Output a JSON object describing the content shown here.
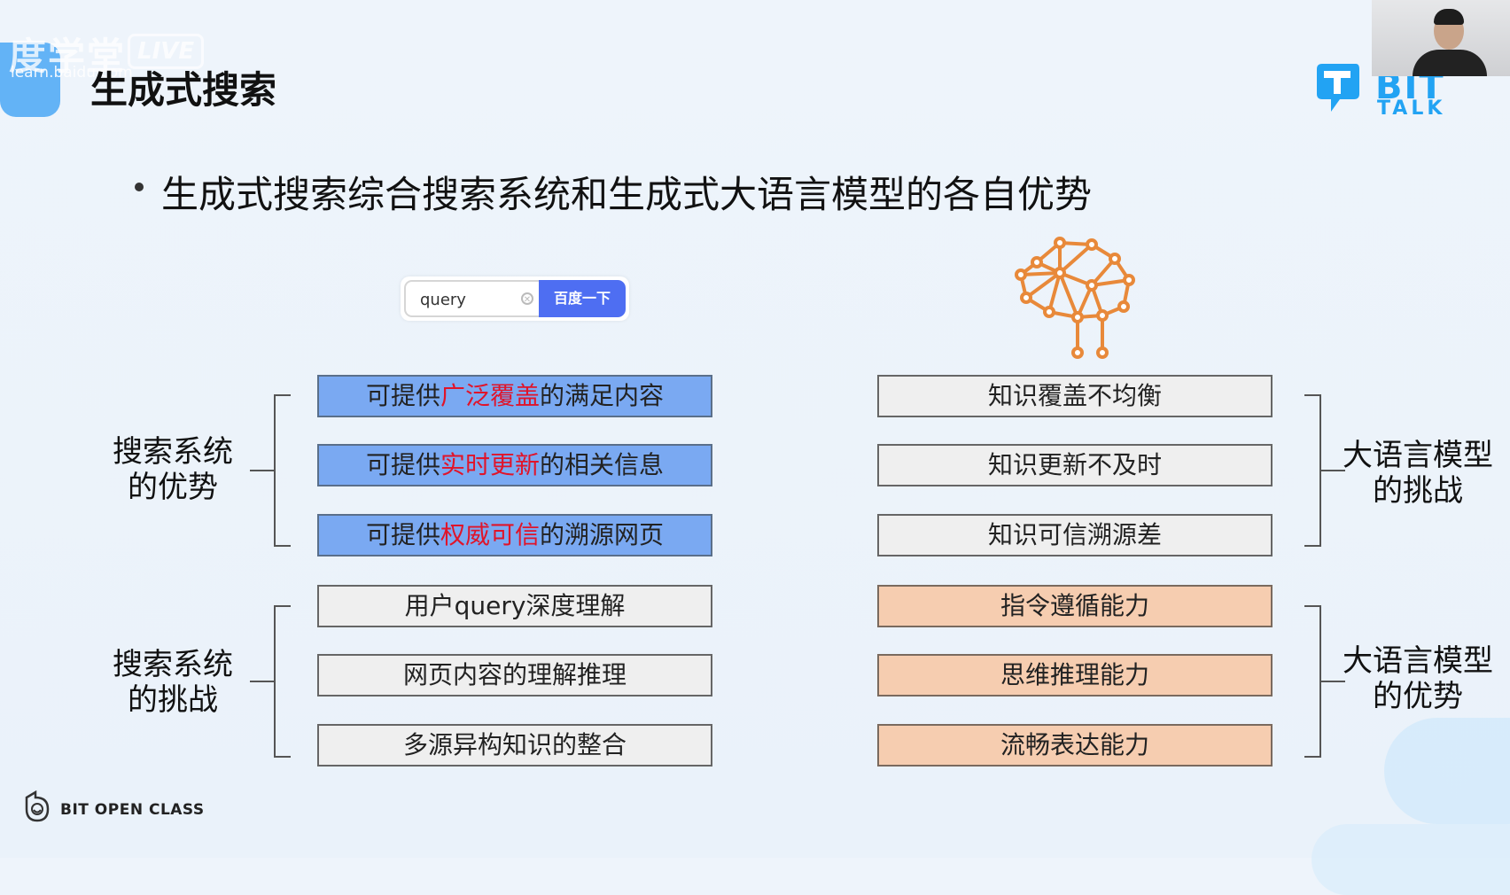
{
  "watermark": {
    "brand": "度学堂",
    "live": "LIVE",
    "url": "learn.baidu.com"
  },
  "page_title": "生成式搜索",
  "logo": {
    "line1": "BIT",
    "line2": "TALK",
    "accent": "#22a3f3"
  },
  "subtitle": "生成式搜索综合搜索系统和生成式大语言模型的各自优势",
  "search": {
    "value": "query",
    "button": "百度一下",
    "button_color": "#4e6ef2"
  },
  "left_groups": [
    {
      "label_l1": "搜索系统",
      "label_l2": "的优势",
      "color": "#7aa9f2",
      "items": [
        {
          "pre": "可提供",
          "hl": "广泛覆盖",
          "post": "的满足内容"
        },
        {
          "pre": "可提供",
          "hl": "实时更新",
          "post": "的相关信息"
        },
        {
          "pre": "可提供",
          "hl": "权威可信",
          "post": "的溯源网页"
        }
      ]
    },
    {
      "label_l1": "搜索系统",
      "label_l2": "的挑战",
      "color": "#efefef",
      "items": [
        "用户query深度理解",
        "网页内容的理解推理",
        "多源异构知识的整合"
      ]
    }
  ],
  "right_groups": [
    {
      "label_l1": "大语言模型",
      "label_l2": "的挑战",
      "color": "#efefef",
      "items": [
        "知识覆盖不均衡",
        "知识更新不及时",
        "知识可信溯源差"
      ]
    },
    {
      "label_l1": "大语言模型",
      "label_l2": "的优势",
      "color": "#f6cdb0",
      "items": [
        "指令遵循能力",
        "思维推理能力",
        "流畅表达能力"
      ]
    }
  ],
  "highlight_color": "#e0142a",
  "footer": "BIT OPEN CLASS"
}
